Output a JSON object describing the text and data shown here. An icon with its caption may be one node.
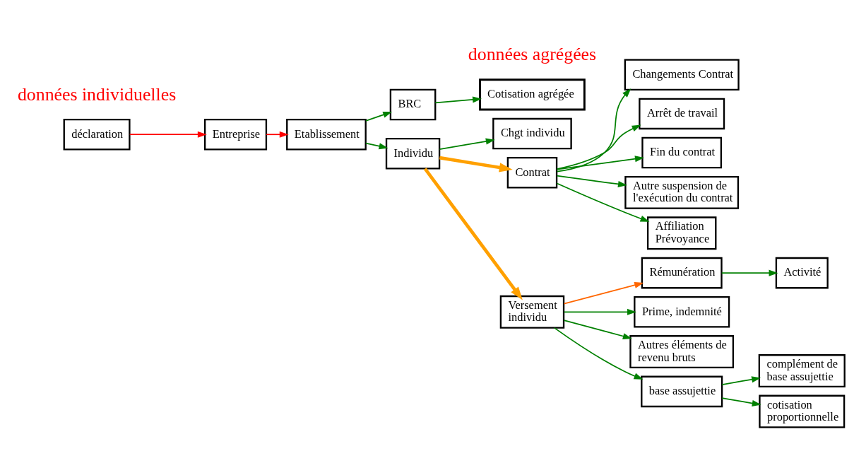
{
  "diagram": {
    "nodes": [
      {
        "text": [
          "déclaration"
        ]
      },
      {
        "text": [
          "Entreprise"
        ]
      },
      {
        "text": [
          "Etablissement"
        ]
      },
      {
        "text": [
          "BRC"
        ]
      },
      {
        "text": [
          "Cotisation agrégée"
        ]
      },
      {
        "text": [
          "Individu"
        ]
      },
      {
        "text": [
          "Chgt individu"
        ]
      },
      {
        "text": [
          "Contrat"
        ]
      },
      {
        "text": [
          "Changements Contrat"
        ]
      },
      {
        "text": [
          "Arrêt de travail"
        ]
      },
      {
        "text": [
          "Fin du contrat"
        ]
      },
      {
        "text": [
          "Autre suspension de l'exécution du contrat"
        ]
      },
      {
        "text": [
          "Affiliation Prévoyance"
        ]
      },
      {
        "text": [
          "Versement individu"
        ]
      },
      {
        "text": [
          "Rémunération"
        ]
      },
      {
        "text": [
          "Activité"
        ]
      },
      {
        "text": [
          "Prime, indemnité"
        ]
      },
      {
        "text": [
          "Autres éléments de revenu bruts"
        ]
      },
      {
        "text": [
          "base assujettie"
        ]
      },
      {
        "text": [
          "complément de base assujettie"
        ]
      },
      {
        "text": [
          "cotisation proportionnelle"
        ]
      }
    ],
    "edges": [
      {
        "from": 0,
        "to": 1,
        "arrow": "to",
        "color": "#ff0000"
      },
      {
        "from": 1,
        "to": 2,
        "arrow": "to",
        "color": "#ff0000"
      },
      {
        "from": 2,
        "to": 3,
        "arrow": "to"
      },
      {
        "from": 3,
        "to": 4,
        "arrow": "to"
      },
      {
        "from": 2,
        "to": 5,
        "arrow": "to"
      },
      {
        "from": 5,
        "to": 6,
        "arrow": "to"
      },
      {
        "from": 5,
        "to": 7,
        "arrow": "to",
        "style": "thick",
        "color": "#ffa000"
      },
      {
        "from": 5,
        "to": 13,
        "arrow": "to",
        "style": "thick",
        "color": "#ffa000"
      },
      {
        "from": 7,
        "to": 8,
        "arrow": "to"
      },
      {
        "from": 7,
        "to": 9,
        "arrow": "to"
      },
      {
        "from": 7,
        "to": 10,
        "arrow": "to"
      },
      {
        "from": 7,
        "to": 11,
        "arrow": "to"
      },
      {
        "from": 7,
        "to": 12,
        "arrow": "to"
      },
      {
        "from": 13,
        "to": 14,
        "arrow": "to",
        "color": "#ff6600"
      },
      {
        "from": 14,
        "to": 15,
        "arrow": "to"
      },
      {
        "from": 13,
        "to": 16,
        "arrow": "to"
      },
      {
        "from": 13,
        "to": 17,
        "arrow": "to"
      },
      {
        "from": 13,
        "to": 18,
        "arrow": "to"
      },
      {
        "from": 18,
        "to": 19,
        "arrow": "to"
      },
      {
        "from": 18,
        "to": 20,
        "arrow": "to"
      }
    ],
    "labels": [
      "données agrégées",
      "données individuelles"
    ]
  }
}
